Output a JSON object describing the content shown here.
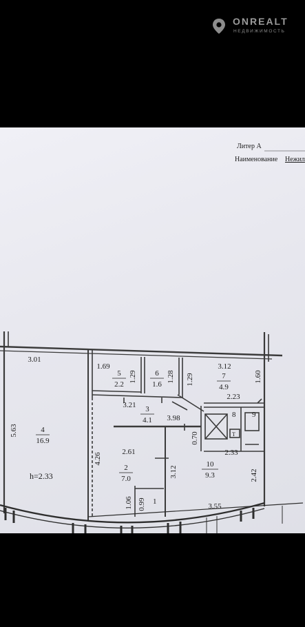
{
  "watermark": {
    "brand": "ONREALT",
    "tagline": "НЕДВИЖИМОСТЬ",
    "icon": "location-pin-icon"
  },
  "header": {
    "litera": "Литер А",
    "name_label": "Наименование",
    "name_value": "Нежил"
  },
  "rooms": [
    {
      "number": "4",
      "area": "16.9"
    },
    {
      "number": "5",
      "area": "2.2"
    },
    {
      "number": "6",
      "area": "1.6"
    },
    {
      "number": "7",
      "area": "4.9"
    },
    {
      "number": "3",
      "area": "4.1"
    },
    {
      "number": "2",
      "area": "7.0"
    },
    {
      "number": "10",
      "area": "9.3"
    },
    {
      "number": "8",
      "area": ""
    },
    {
      "number": "9",
      "area": ""
    },
    {
      "number": "1",
      "area": ""
    }
  ],
  "dimensions": {
    "d_3_01": "3.01",
    "d_5_63": "5.63",
    "d_1_69": "1.69",
    "d_1_29a": "1.29",
    "d_1_28": "1.28",
    "d_1_29b": "1.29",
    "d_3_12a": "3.12",
    "d_1_60": "1.60",
    "d_2_23": "2.23",
    "d_3_21": "3.21",
    "d_3_98": "3.98",
    "d_0_70": "0.70",
    "d_4_26": "4.26",
    "d_2_61": "2.61",
    "d_3_12b": "3.12",
    "d_2_33": "2.33",
    "d_2_42": "2.42",
    "d_1_06": "1.06",
    "d_0_99": "0.99",
    "d_3_55": "3.55"
  },
  "ceiling": "h=2.33"
}
